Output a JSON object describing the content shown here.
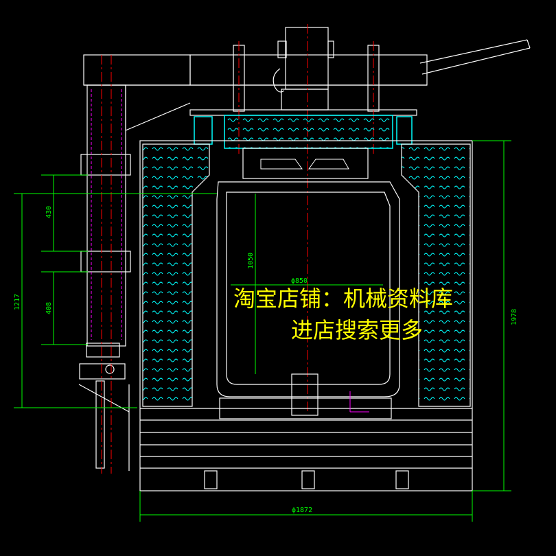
{
  "drawing": {
    "dimensions": {
      "d430": "430",
      "d408": "408",
      "d1217": "1217",
      "d1050": "1050",
      "d850": "ϕ850",
      "d1978": "1978",
      "d1872": "ϕ1872"
    },
    "watermark": {
      "line1": "淘宝店铺：机械资料库",
      "line2": "进店搜索更多"
    },
    "colors": {
      "background": "#000000",
      "outline": "#ffffff",
      "dimension": "#00ff00",
      "centerline": "#ff0000",
      "insulation": "#00ffff",
      "hidden": "#ff00ff",
      "watermark": "#ffff00"
    }
  }
}
